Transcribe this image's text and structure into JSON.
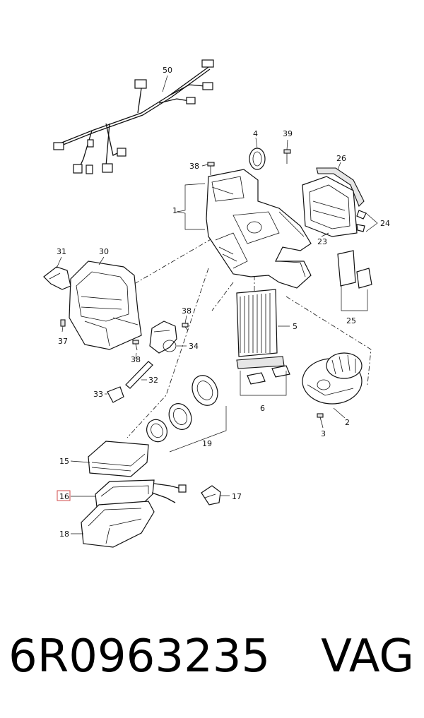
{
  "callouts": {
    "c50": "50",
    "c4": "4",
    "c39": "39",
    "c38a": "38",
    "c26": "26",
    "c1": "1",
    "c24": "24",
    "c23": "23",
    "c31": "31",
    "c30": "30",
    "c38b": "38",
    "c5": "5",
    "c25": "25",
    "c37": "37",
    "c34": "34",
    "c38c": "38",
    "c32": "32",
    "c33": "33",
    "c6": "6",
    "c2": "2",
    "c3": "3",
    "c19": "19",
    "c15": "15",
    "c16": "16",
    "c17": "17",
    "c18": "18"
  },
  "footer": {
    "part_number": "6R0963235",
    "brand": "VAG"
  },
  "colors": {
    "highlight": "#d24b4b",
    "line": "#111111"
  }
}
